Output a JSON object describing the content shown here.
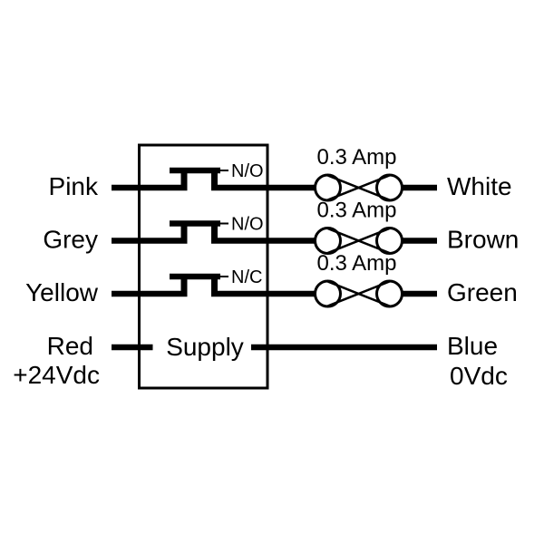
{
  "diagram": {
    "background_color": "#ffffff",
    "line_color": "#000000",
    "terminal_box_label": "Supply",
    "channels": [
      {
        "left_label": "Pink",
        "contact_type": "N/O",
        "fuse_rating": "0.3 Amp",
        "right_label": "White"
      },
      {
        "left_label": "Grey",
        "contact_type": "N/O",
        "fuse_rating": "0.3 Amp",
        "right_label": "Brown"
      },
      {
        "left_label": "Yellow",
        "contact_type": "N/C",
        "fuse_rating": "0.3 Amp",
        "right_label": "Green"
      }
    ],
    "supply": {
      "left_label": "Red",
      "left_voltage": "+24Vdc",
      "box_label": "Supply",
      "right_label": "Blue",
      "right_voltage": "0Vdc"
    }
  }
}
